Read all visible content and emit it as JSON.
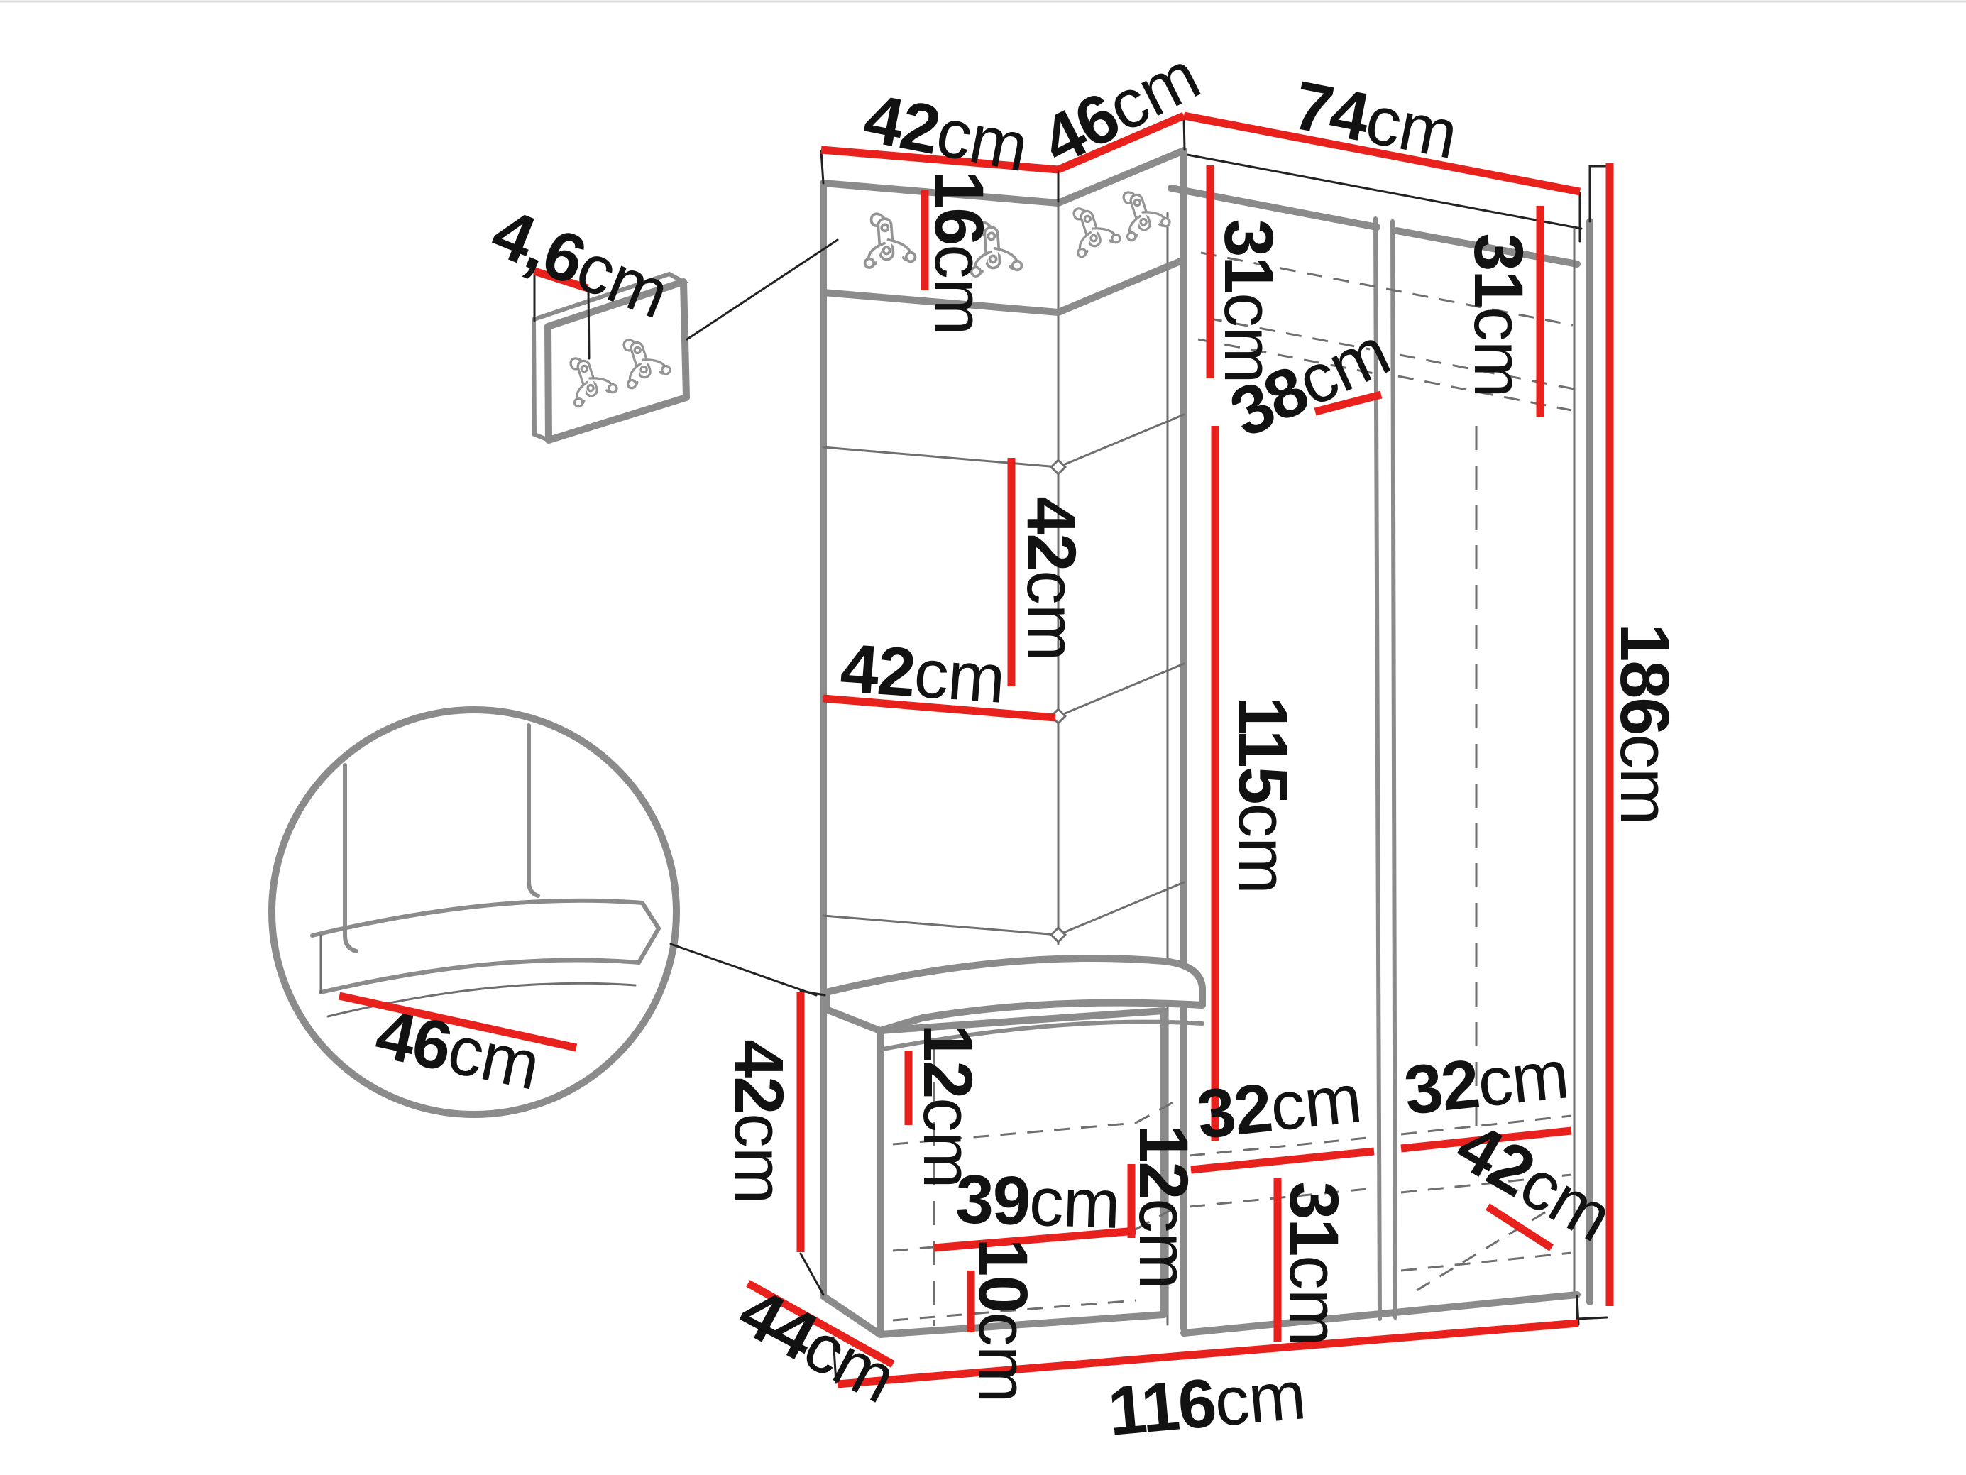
{
  "meta": {
    "figure_type": "furniture-dimension-diagram",
    "subject": "hallway wardrobe set with coat hooks, seat bench and open wardrobe",
    "accent_color": "#e8211d",
    "outline_color": "#8b8b8b",
    "background_color": "#ffffff",
    "icons": [
      "double-coat-hook-icon"
    ]
  },
  "dims": {
    "top_left_width": {
      "value": "42",
      "unit": "cm"
    },
    "top_corner_depth": {
      "value": "46",
      "unit": "cm"
    },
    "top_right_width": {
      "value": "74",
      "unit": "cm"
    },
    "hook_strip_height": {
      "value": "16",
      "unit": "cm"
    },
    "left_top_compartment_height": {
      "value": "31",
      "unit": "cm"
    },
    "right_top_compartment_height": {
      "value": "31",
      "unit": "cm"
    },
    "top_shelf_depth": {
      "value": "38",
      "unit": "cm"
    },
    "panel_height": {
      "value": "42",
      "unit": "cm"
    },
    "panel_width": {
      "value": "42",
      "unit": "cm"
    },
    "hanging_space_height": {
      "value": "115",
      "unit": "cm"
    },
    "total_height": {
      "value": "186",
      "unit": "cm"
    },
    "hook_panel_thickness": {
      "value": "4,6",
      "unit": "cm"
    },
    "seat_width_detail": {
      "value": "46",
      "unit": "cm"
    },
    "bench_height": {
      "value": "42",
      "unit": "cm"
    },
    "bench_depth": {
      "value": "44",
      "unit": "cm"
    },
    "seat_panel_offset": {
      "value": "12",
      "unit": "cm"
    },
    "bench_shelf_width": {
      "value": "39",
      "unit": "cm"
    },
    "bench_shelf_gap": {
      "value": "12",
      "unit": "cm"
    },
    "bench_bottom_gap": {
      "value": "10",
      "unit": "cm"
    },
    "left_bottom_compartment_width": {
      "value": "32",
      "unit": "cm"
    },
    "right_bottom_compartment_width": {
      "value": "32",
      "unit": "cm"
    },
    "bottom_compartment_height": {
      "value": "31",
      "unit": "cm"
    },
    "bottom_depth": {
      "value": "42",
      "unit": "cm"
    },
    "total_width": {
      "value": "116",
      "unit": "cm"
    }
  }
}
